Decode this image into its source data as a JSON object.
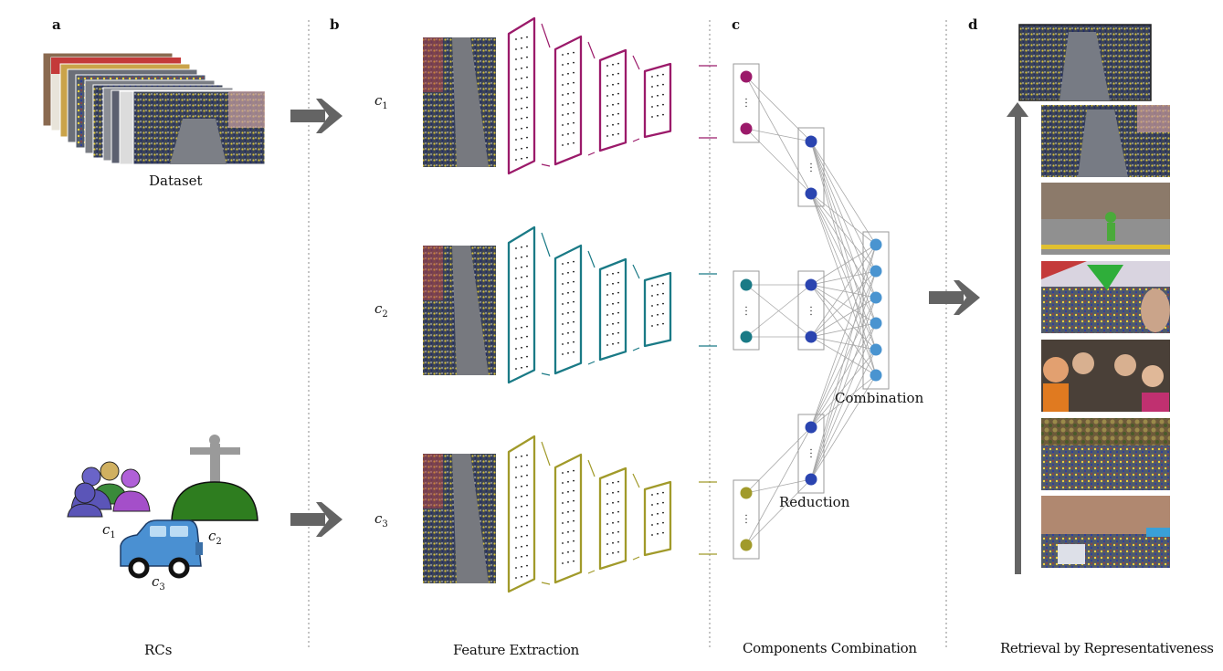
{
  "panels": {
    "a": "a",
    "b": "b",
    "c": "c",
    "d": "d"
  },
  "labels": {
    "dataset": "Dataset",
    "rcs": "RCs",
    "feature_extraction": "Feature Extraction",
    "components_combination": "Components Combination",
    "retrieval": "Retrieval by Representativeness",
    "reduction": "Reduction",
    "combination": "Combination"
  },
  "components": [
    {
      "name": "c",
      "sub": "1",
      "color": "#9b1a6a"
    },
    {
      "name": "c",
      "sub": "2",
      "color": "#1a7a86"
    },
    {
      "name": "c",
      "sub": "3",
      "color": "#a19a2a"
    }
  ],
  "colors": {
    "arrow": "#646464",
    "reduction_node": "#2a44b0",
    "combination_node": "#4a94d0",
    "group_person_a": "#5b55b8",
    "group_person_b": "#3a8a3a",
    "group_person_c": "#a44fc9",
    "hill": "#2e7d1f",
    "statue": "#9a9a9a",
    "car": "#4a90d2"
  },
  "icons": [
    "people-group-icon",
    "statue-hill-icon",
    "car-icon",
    "arrow-right-icon",
    "arrow-up-icon"
  ]
}
